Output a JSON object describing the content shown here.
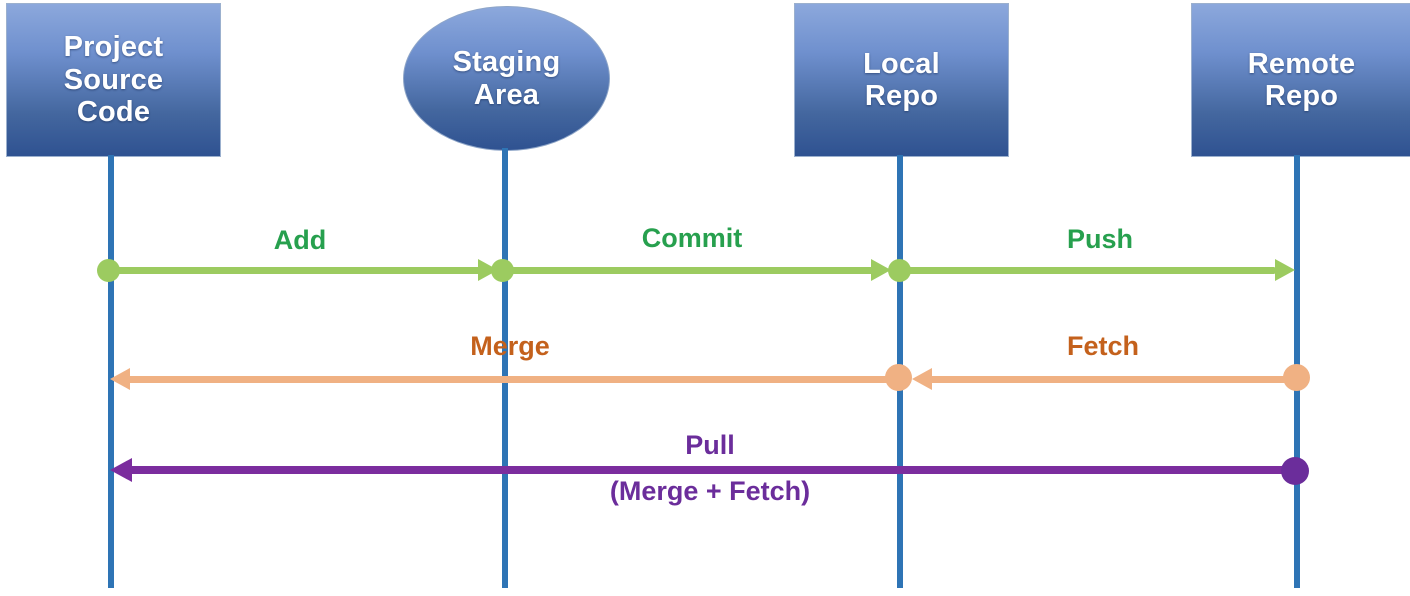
{
  "diagram": {
    "title": "Git workflow sequence diagram",
    "colors": {
      "node_gradient_top": "#8CA8DC",
      "node_gradient_bottom": "#2F5291",
      "lifeline": "#2E74B5",
      "add_commit_push_line": "#9CCB60",
      "add_commit_push_label": "#27A04E",
      "merge_fetch_line": "#F0B183",
      "merge_fetch_label": "#C4611C",
      "pull_line": "#7B2D9E",
      "pull_label": "#6B2D9B"
    },
    "nodes": [
      {
        "id": "project-source-code",
        "label": "Project\nSource\nCode",
        "shape": "rectangle"
      },
      {
        "id": "staging-area",
        "label": "Staging\nArea",
        "shape": "ellipse"
      },
      {
        "id": "local-repo",
        "label": "Local\nRepo",
        "shape": "rectangle"
      },
      {
        "id": "remote-repo",
        "label": "Remote\nRepo",
        "shape": "rectangle"
      }
    ],
    "messages": [
      {
        "id": "add",
        "label": "Add",
        "from": "project-source-code",
        "to": "staging-area",
        "direction": "right",
        "color": "green"
      },
      {
        "id": "commit",
        "label": "Commit",
        "from": "staging-area",
        "to": "local-repo",
        "direction": "right",
        "color": "green"
      },
      {
        "id": "push",
        "label": "Push",
        "from": "local-repo",
        "to": "remote-repo",
        "direction": "right",
        "color": "green"
      },
      {
        "id": "merge",
        "label": "Merge",
        "from": "local-repo",
        "to": "project-source-code",
        "direction": "left",
        "color": "orange"
      },
      {
        "id": "fetch",
        "label": "Fetch",
        "from": "remote-repo",
        "to": "local-repo",
        "direction": "left",
        "color": "orange"
      },
      {
        "id": "pull",
        "label": "Pull",
        "label_sub": "(Merge + Fetch)",
        "from": "remote-repo",
        "to": "project-source-code",
        "direction": "left",
        "color": "purple"
      }
    ]
  }
}
